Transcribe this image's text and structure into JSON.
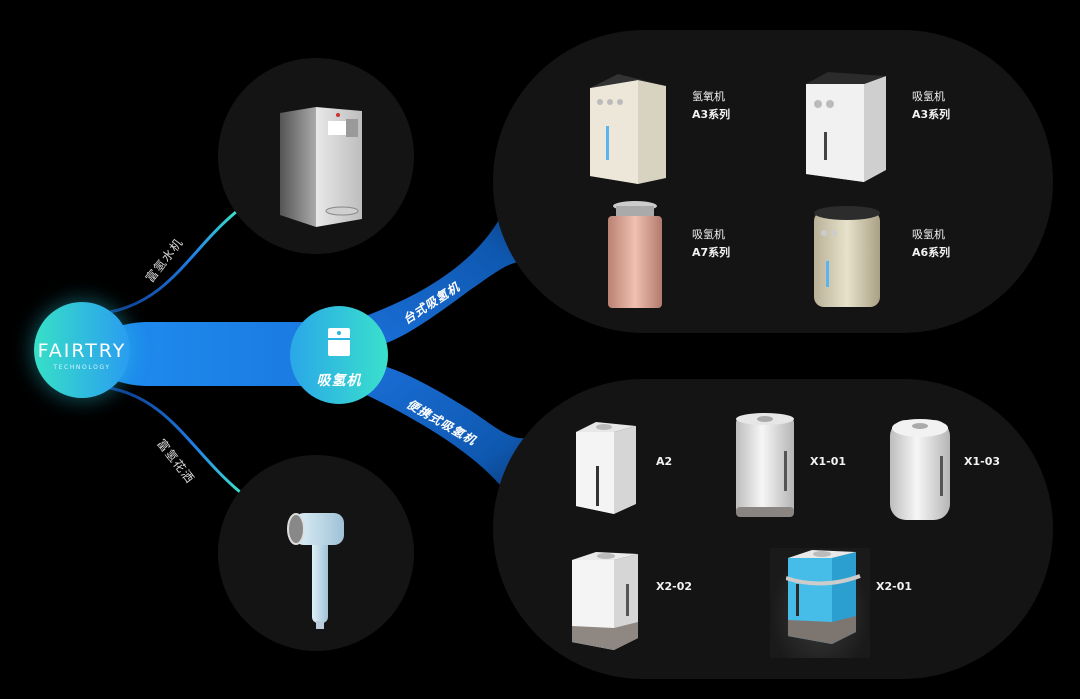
{
  "brand": {
    "name": "FAIRTRY",
    "subtitle": "TECHNOLOGY"
  },
  "hub": {
    "label": "吸氢机",
    "icon": "hydrogen-inhaler-icon"
  },
  "branches": {
    "water_machine": "富氢水机",
    "shower": "富氢花洒",
    "desktop": "台式吸氢机",
    "portable": "便携式吸氢机"
  },
  "desktop_products": [
    {
      "type": "氢氧机",
      "series": "A3系列"
    },
    {
      "type": "吸氢机",
      "series": "A3系列"
    },
    {
      "type": "吸氢机",
      "series": "A7系列"
    },
    {
      "type": "吸氢机",
      "series": "A6系列"
    }
  ],
  "portable_products": [
    {
      "model": "A2"
    },
    {
      "model": "X1-01"
    },
    {
      "model": "X1-03"
    },
    {
      "model": "X2-02"
    },
    {
      "model": "X2-01"
    }
  ],
  "colors": {
    "background": "#000000",
    "panel": "#141414",
    "accent_cyan": "#3ae0cc",
    "accent_blue": "#1f8cf0",
    "branch_dark_blue": "#0d4fa0"
  }
}
